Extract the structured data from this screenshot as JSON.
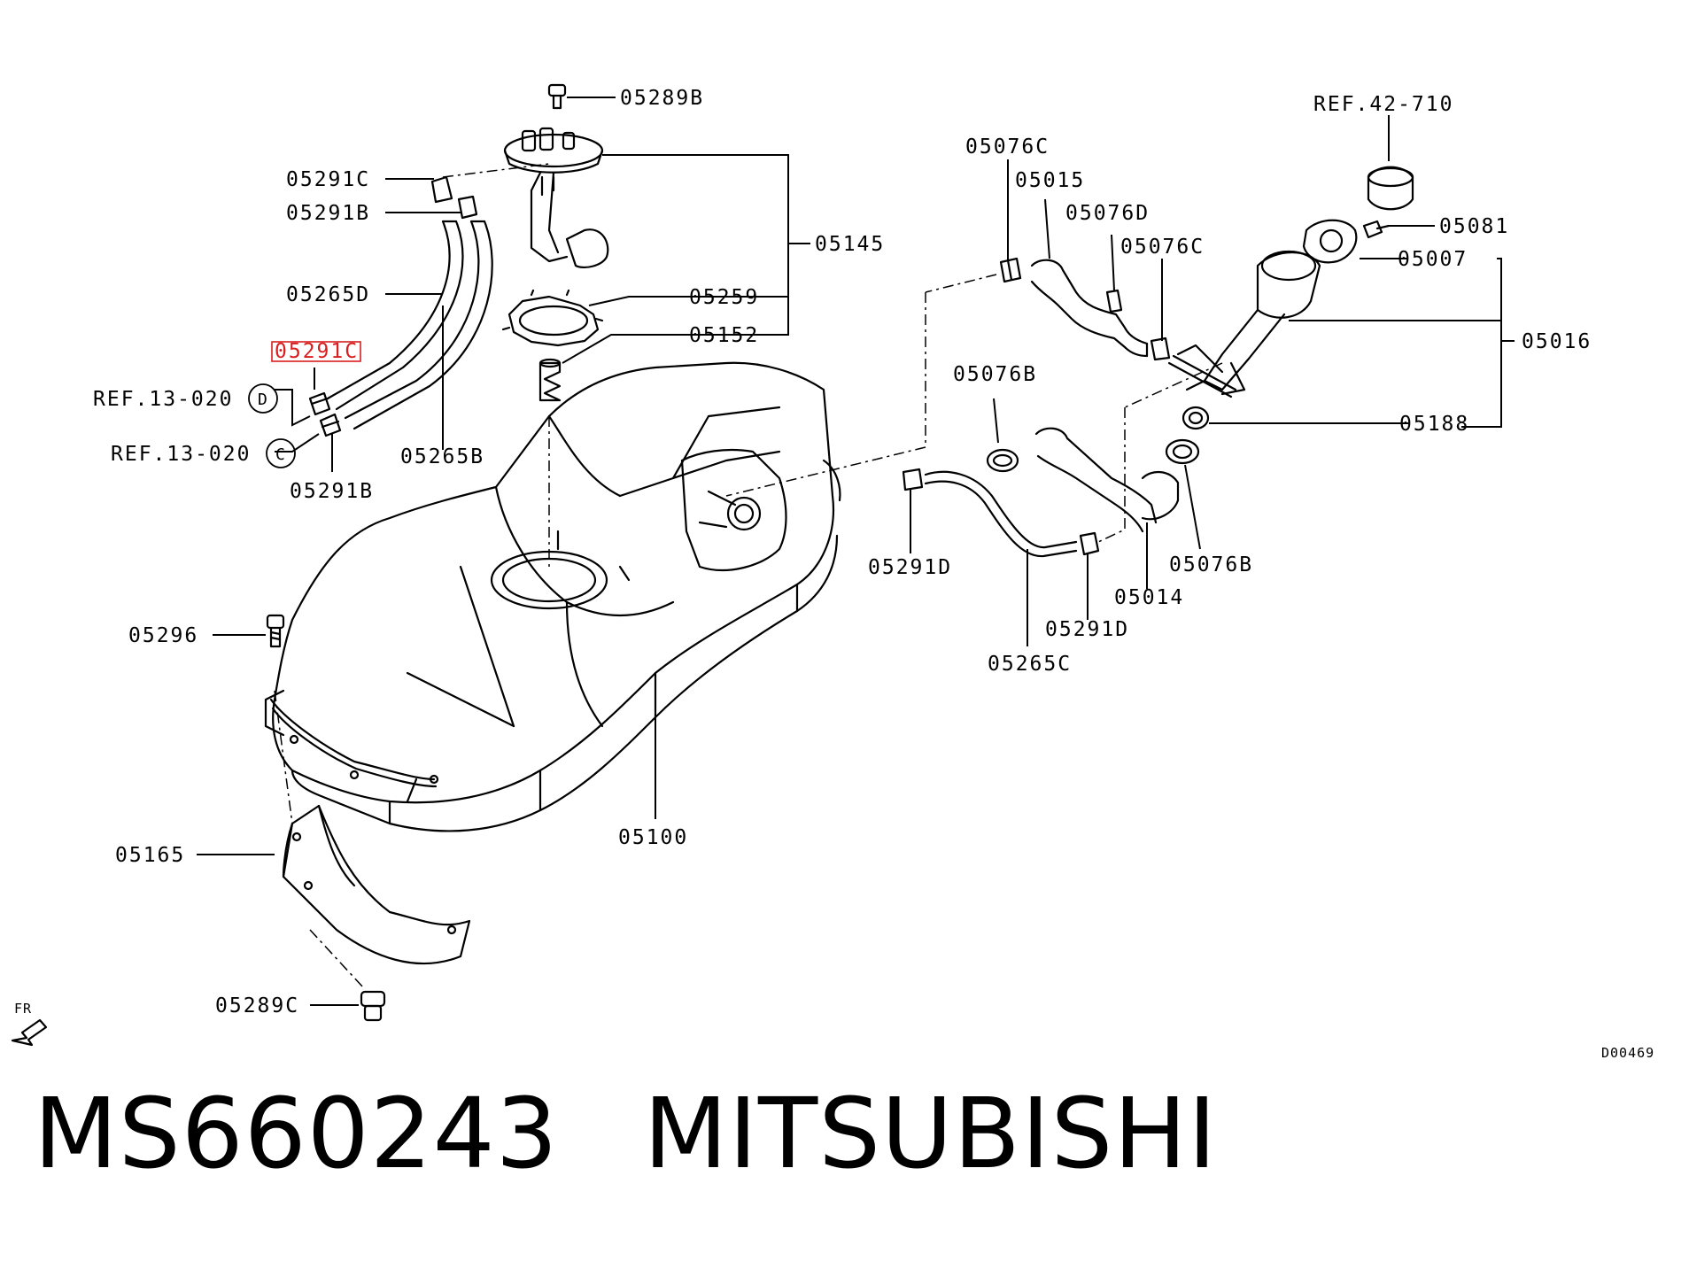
{
  "diagram": {
    "labels": {
      "l05289B": "05289B",
      "l05291C": "05291C",
      "l05291B_top": "05291B",
      "l05265D": "05265D",
      "l05291C_red": "05291C",
      "ref_d": "REF.13-020",
      "ref_c": "REF.13-020",
      "l05291B_bot": "05291B",
      "l05265B": "05265B",
      "l05145": "05145",
      "l05259": "05259",
      "l05152": "05152",
      "l05296": "05296",
      "l05165": "05165",
      "l05289C": "05289C",
      "l05100": "05100",
      "l05076C_a": "05076C",
      "l05015": "05015",
      "l05076D": "05076D",
      "l05076C_b": "05076C",
      "l05076B_a": "05076B",
      "l05291D_a": "05291D",
      "l05265C": "05265C",
      "l05291D_b": "05291D",
      "l05014": "05014",
      "l05076B_b": "05076B",
      "ref_42": "REF.42-710",
      "l05081": "05081",
      "l05007": "05007",
      "l05016": "05016",
      "l05188": "05188",
      "fr": "FR",
      "code": "D00469"
    },
    "circled": {
      "d": "D",
      "c": "C"
    }
  },
  "footer": {
    "part_number": "MS660243",
    "brand": "MITSUBISHI"
  },
  "colors": {
    "highlight": "#d81f1f",
    "line": "#000000"
  }
}
